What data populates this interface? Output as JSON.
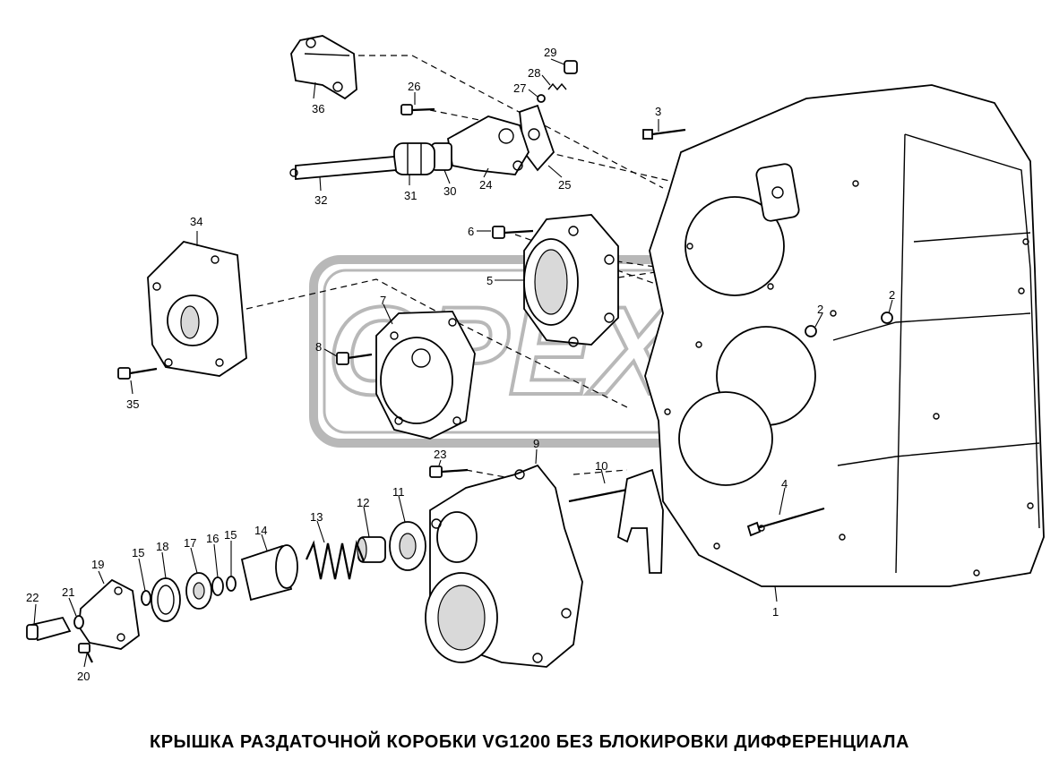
{
  "caption": "КРЫШКА РАЗДАТОЧНОЙ КОРОБКИ VG1200 БЕЗ БЛОКИРОВКИ ДИФФЕРЕНЦИАЛА",
  "watermark": "OPEX",
  "part_numbers": [
    "1",
    "2",
    "2",
    "3",
    "4",
    "5",
    "6",
    "7",
    "8",
    "9",
    "10",
    "11",
    "12",
    "13",
    "14",
    "15",
    "15",
    "16",
    "17",
    "18",
    "19",
    "20",
    "21",
    "22",
    "23",
    "24",
    "25",
    "26",
    "27",
    "28",
    "29",
    "30",
    "31",
    "32",
    "34",
    "35",
    "36"
  ]
}
